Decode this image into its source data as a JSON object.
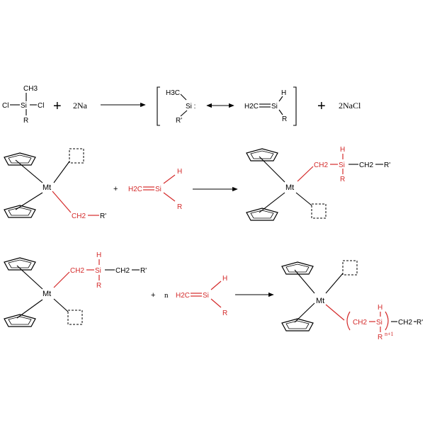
{
  "colors": {
    "black": "#000000",
    "red": "#d42a2a"
  },
  "labels": {
    "ch3": "CH3",
    "cl": "Cl",
    "si": "Si",
    "si_colon": "Si :",
    "r": "R",
    "r_prime": "R'",
    "plus": "+",
    "two_na": "2Na",
    "two_nacl": "2NaCl",
    "h3c": "H3C",
    "h2c": "H2C",
    "h": "H",
    "mt": "Mt",
    "ch2": "CH2",
    "n": "n",
    "n_plus_1": "n+1"
  }
}
